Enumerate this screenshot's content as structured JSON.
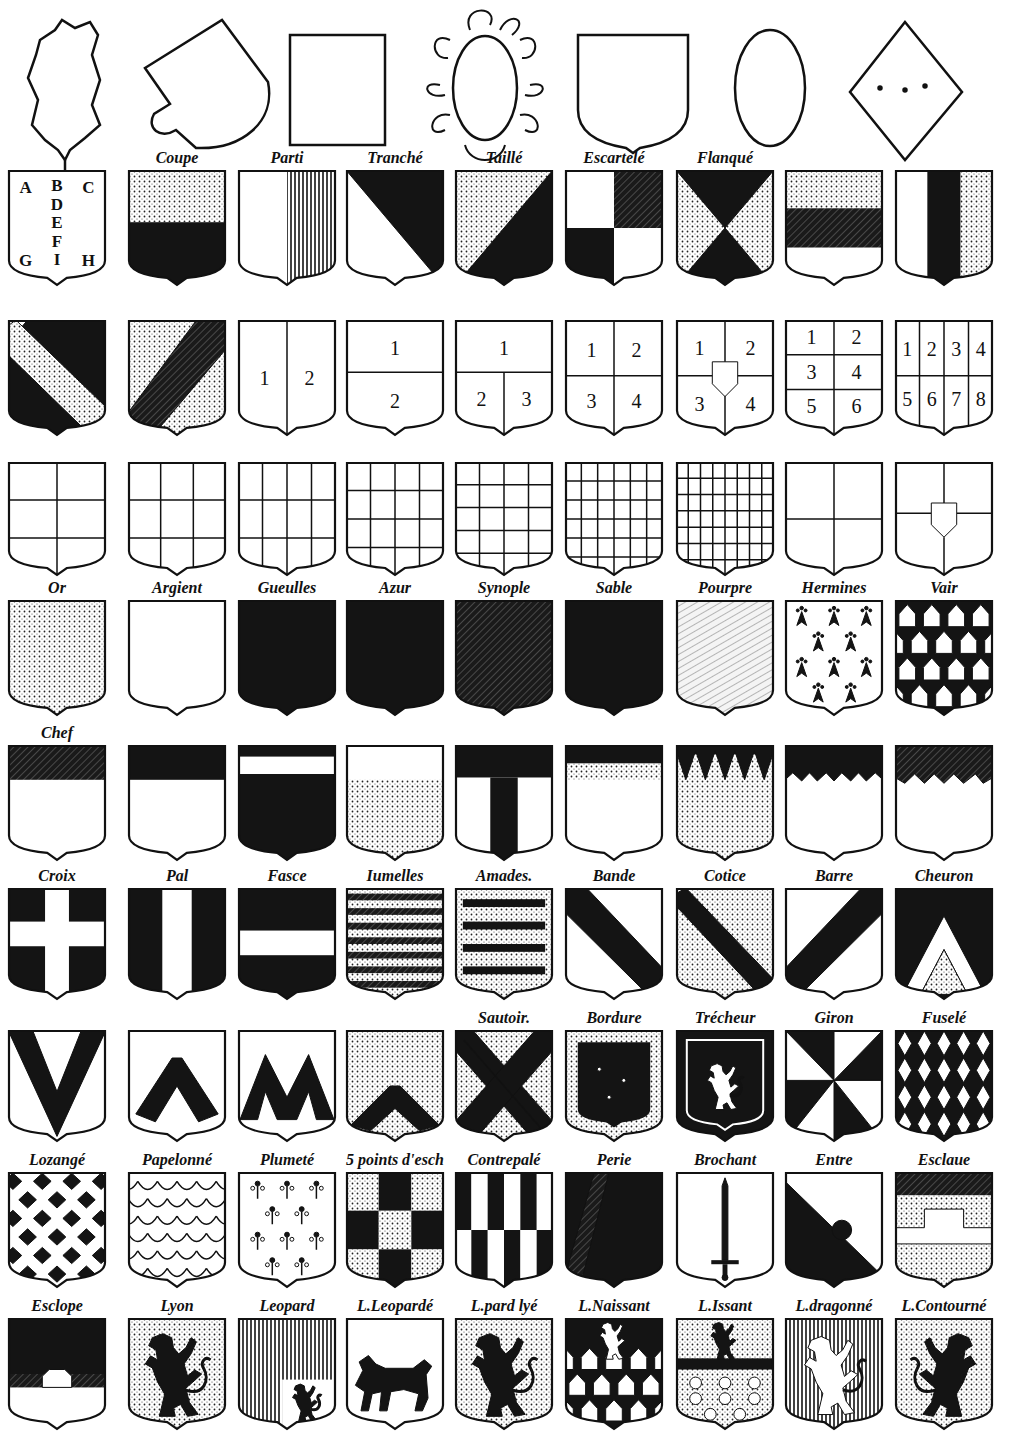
{
  "diagram": {
    "nodes": [
      {
        "text": [
          "A",
          "B",
          "C",
          "D",
          "E",
          "F",
          "G",
          "H",
          "I"
        ]
      },
      {
        "text": [
          "Coupe"
        ]
      },
      {
        "text": [
          "Parti"
        ]
      },
      {
        "text": [
          "Tranché"
        ]
      },
      {
        "text": [
          "Taillé"
        ]
      },
      {
        "text": [
          "Escartelé"
        ]
      },
      {
        "text": [
          "Flanqué"
        ]
      },
      {
        "text": [
          "1",
          "2"
        ]
      },
      {
        "text": [
          "1",
          "2"
        ]
      },
      {
        "text": [
          "1",
          "2",
          "3"
        ]
      },
      {
        "text": [
          "1",
          "2",
          "3",
          "4"
        ]
      },
      {
        "text": [
          "1",
          "2",
          "3",
          "4"
        ]
      },
      {
        "text": [
          "1",
          "2",
          "3",
          "4",
          "5",
          "6"
        ]
      },
      {
        "text": [
          "1",
          "2",
          "3",
          "4",
          "5",
          "6",
          "7",
          "8"
        ]
      },
      {
        "text": [
          "Or"
        ]
      },
      {
        "text": [
          "Argient"
        ]
      },
      {
        "text": [
          "Gueulles"
        ]
      },
      {
        "text": [
          "Azur"
        ]
      },
      {
        "text": [
          "Synople"
        ]
      },
      {
        "text": [
          "Sable"
        ]
      },
      {
        "text": [
          "Pourpre"
        ]
      },
      {
        "text": [
          "Hermines"
        ]
      },
      {
        "text": [
          "Vair"
        ]
      },
      {
        "text": [
          "Chef"
        ]
      },
      {
        "text": [
          "Croix"
        ]
      },
      {
        "text": [
          "Pal"
        ]
      },
      {
        "text": [
          "Fasce"
        ]
      },
      {
        "text": [
          "Iumelles"
        ]
      },
      {
        "text": [
          "Amades."
        ]
      },
      {
        "text": [
          "Bande"
        ]
      },
      {
        "text": [
          "Cotice"
        ]
      },
      {
        "text": [
          "Barre"
        ]
      },
      {
        "text": [
          "Cheuron"
        ]
      },
      {
        "text": [
          "Sautoir."
        ]
      },
      {
        "text": [
          "Bordure"
        ]
      },
      {
        "text": [
          "Trécheur"
        ]
      },
      {
        "text": [
          "Giron"
        ]
      },
      {
        "text": [
          "Fuselé"
        ]
      },
      {
        "text": [
          "Lozangé"
        ]
      },
      {
        "text": [
          "Papelonné"
        ]
      },
      {
        "text": [
          "Plumeté"
        ]
      },
      {
        "text": [
          "5 points d'esch"
        ]
      },
      {
        "text": [
          "Contrepalé"
        ]
      },
      {
        "text": [
          "Perie"
        ]
      },
      {
        "text": [
          "Brochant"
        ]
      },
      {
        "text": [
          "Entre"
        ]
      },
      {
        "text": [
          "Esclaue"
        ]
      },
      {
        "text": [
          "Esclope"
        ]
      },
      {
        "text": [
          "Lyon"
        ]
      },
      {
        "text": [
          "Leopard"
        ]
      },
      {
        "text": [
          "L.Leopardé"
        ]
      },
      {
        "text": [
          "L.pard lyé"
        ]
      },
      {
        "text": [
          "L.Naissant"
        ]
      },
      {
        "text": [
          "L.Issant"
        ]
      },
      {
        "text": [
          "L.dragonné"
        ]
      },
      {
        "text": [
          "L.Contourné"
        ]
      }
    ]
  }
}
